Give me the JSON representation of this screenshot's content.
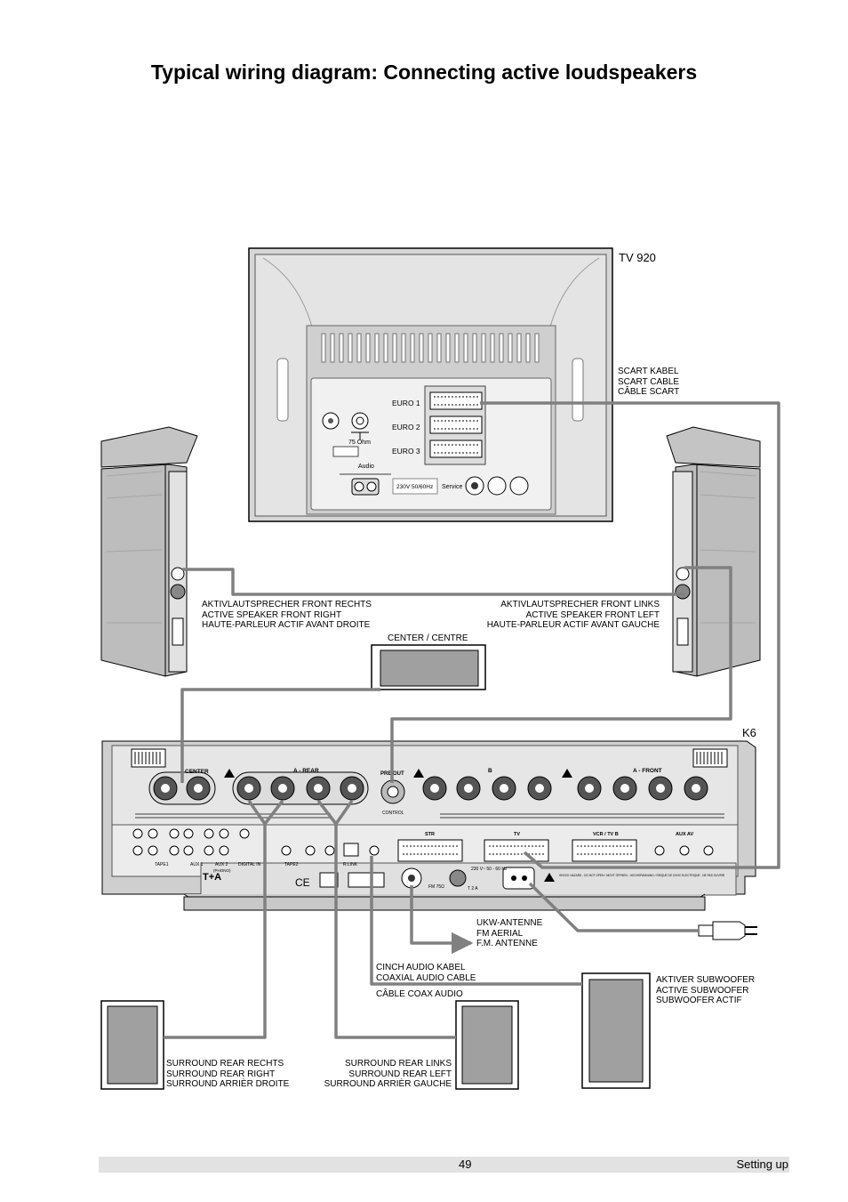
{
  "title": "Typical wiring diagram: Connecting active loudspeakers",
  "devices": {
    "tv": "TV 920",
    "receiver": "K6",
    "center": "CENTER / CENTRE"
  },
  "tv_panel": {
    "euro1": "EURO 1",
    "euro2": "EURO 2",
    "euro3": "EURO 3",
    "ohm": "75 Ohm",
    "audio": "Audio",
    "power": "230V  50/60Hz",
    "service": "Service"
  },
  "receiver_panel": {
    "center": "CENTER",
    "rear": "A - REAR",
    "b": "B",
    "front": "A - FRONT",
    "preout": "PRE OUT",
    "control": "CONTROL",
    "str": "STR",
    "tv": "TV",
    "vcr": "VCR / TV B",
    "aux_av": "AUX AV",
    "tape1": "TAPE1",
    "aux1": "AUX 1",
    "aux2": "AUX 2",
    "phono": "(PHONO)",
    "digital_in": "DIGITAL IN",
    "tape2": "TAPE2",
    "rlink": "R.LINK",
    "fm": "FM 75Ω",
    "mains": "230 V~ 50 - 60 Hz",
    "t2a": "T 2 A",
    "warning": "SHOCK HAZARD - DO NOT OPEN / NICHT ÖFFNEN - HOCHSPANNUNG / RISQUE DE CHOC ELECTRIQUE - NE PAS OUVRIR"
  },
  "labels": {
    "scart": [
      "SCART KABEL",
      "SCART CABLE",
      "CÂBLE SCART"
    ],
    "front_right": [
      "AKTIVLAUTSPRECHER FRONT RECHTS",
      "ACTIVE SPEAKER FRONT RIGHT",
      "HAUTE-PARLEUR ACTIF AVANT DROITE"
    ],
    "front_left": [
      "AKTIVLAUTSPRECHER FRONT LINKS",
      "ACTIVE SPEAKER FRONT LEFT",
      "HAUTE-PARLEUR ACTIF AVANT GAUCHE"
    ],
    "fm_aerial": [
      "UKW-ANTENNE",
      "FM AERIAL",
      "F.M. ANTENNE"
    ],
    "coax": [
      "CINCH AUDIO KABEL",
      "COAXIAL AUDIO CABLE",
      "CÂBLE COAX AUDIO"
    ],
    "subwoofer": [
      "AKTIVER SUBWOOFER",
      "ACTIVE SUBWOOFER",
      "SUBWOOFER ACTIF"
    ],
    "rear_right": [
      "SURROUND REAR RECHTS",
      "SURROUND REAR RIGHT",
      "SURROUND ARRIÈR DROITE"
    ],
    "rear_left": [
      "SURROUND REAR  LINKS",
      "SURROUND REAR LEFT",
      "SURROUND ARRIÈR GAUCHE"
    ]
  },
  "footer": {
    "page": "49",
    "section": "Setting up"
  }
}
